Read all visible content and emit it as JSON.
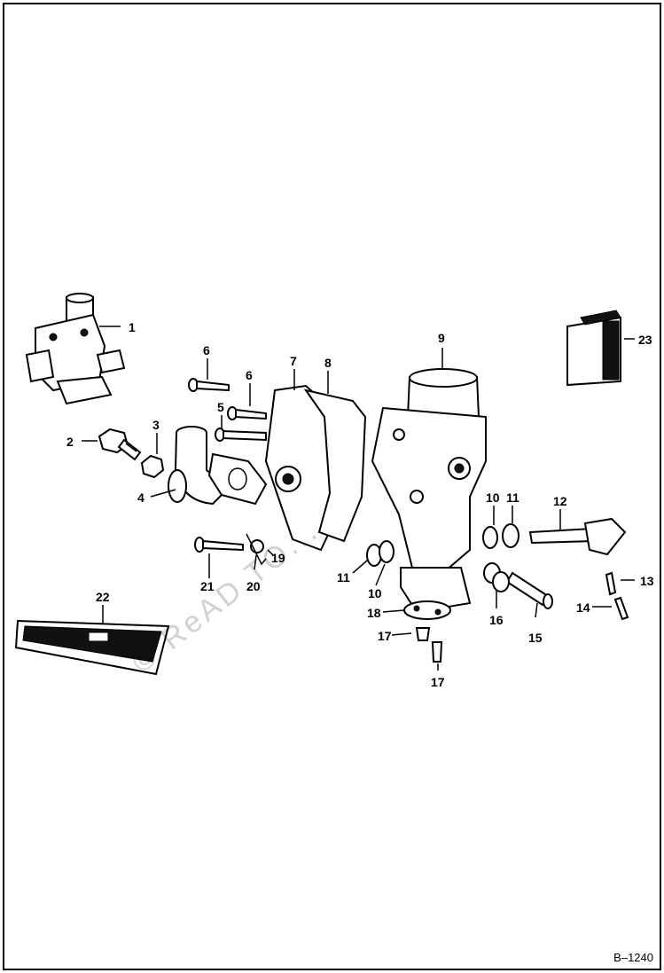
{
  "figure_id": "B–1240",
  "callouts": [
    "1",
    "2",
    "3",
    "4",
    "5",
    "6",
    "6",
    "7",
    "8",
    "9",
    "10",
    "10",
    "11",
    "11",
    "12",
    "13",
    "14",
    "15",
    "16",
    "17",
    "17",
    "18",
    "19",
    "20",
    "21",
    "22",
    "23"
  ],
  "watermark_text": "© ReAD TO..."
}
